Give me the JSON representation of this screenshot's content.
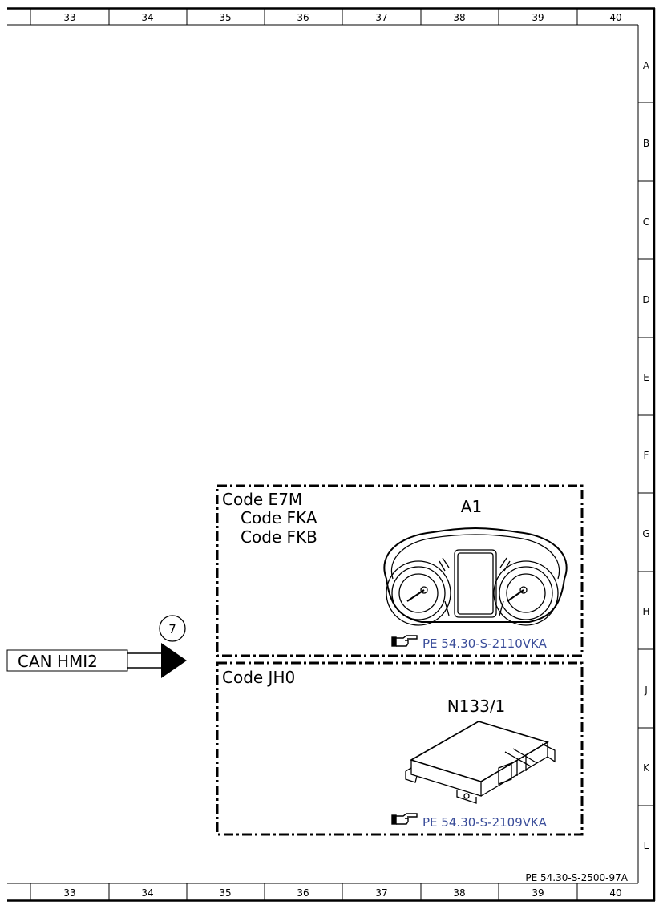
{
  "grid": {
    "columns": [
      "33",
      "34",
      "35",
      "36",
      "37",
      "38",
      "39",
      "40"
    ],
    "rows": [
      "A",
      "B",
      "C",
      "D",
      "E",
      "F",
      "G",
      "H",
      "J",
      "K",
      "L"
    ]
  },
  "signal": {
    "label": "CAN HMI2",
    "connector_number": "7"
  },
  "group_a1": {
    "codes": [
      "Code E7M",
      "Code FKA",
      "Code FKB"
    ],
    "component_label": "A1",
    "component_icon": "instrument-cluster-icon",
    "reference": "PE 54.30-S-2110VKA",
    "reference_icon": "pointing-hand-icon"
  },
  "group_n133": {
    "codes": [
      "Code JH0"
    ],
    "component_label": "N133/1",
    "component_icon": "control-unit-icon",
    "reference": "PE 54.30-S-2109VKA",
    "reference_icon": "pointing-hand-icon"
  },
  "document_id": "PE 54.30-S-2500-97A",
  "colors": {
    "link": "#3a4d9a",
    "line": "#000000"
  }
}
